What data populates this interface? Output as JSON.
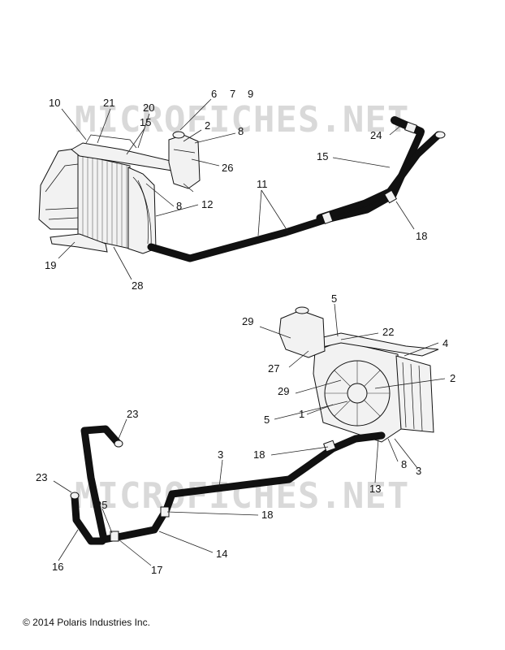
{
  "watermark": "MICROFICHES.NET",
  "copyright": "© 2014 Polaris Industries Inc.",
  "callouts": {
    "upper": [
      "10",
      "21",
      "20",
      "15",
      "6",
      "7",
      "9",
      "2",
      "8",
      "26",
      "24",
      "15",
      "11",
      "12",
      "8",
      "18",
      "19",
      "28"
    ],
    "lower": [
      "5",
      "29",
      "22",
      "4",
      "27",
      "29",
      "2",
      "1",
      "5",
      "23",
      "3",
      "18",
      "8",
      "3",
      "13",
      "23",
      "25",
      "18",
      "16",
      "17",
      "14"
    ]
  }
}
